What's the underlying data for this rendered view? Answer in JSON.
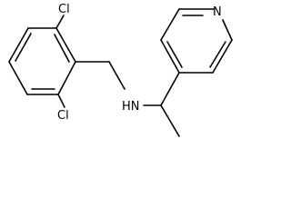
{
  "molecule": {
    "atoms": {
      "cl_top": "Cl",
      "cl_bottom": "Cl",
      "amine": "HN",
      "pyridine_n": "N"
    }
  }
}
